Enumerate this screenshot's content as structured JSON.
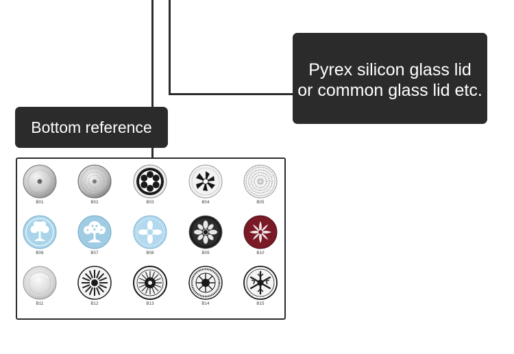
{
  "labels": {
    "lid_line1": "Pyrex silicon glass lid",
    "lid_line2": "or common glass lid etc.",
    "bottom": "Bottom reference"
  },
  "bottoms": [
    {
      "code": "B01",
      "style": "brushed-steel-dot"
    },
    {
      "code": "B02",
      "style": "dimpled-steel"
    },
    {
      "code": "B03",
      "style": "black-flower"
    },
    {
      "code": "B04",
      "style": "black-pinwheel"
    },
    {
      "code": "B05",
      "style": "dotted-rings"
    },
    {
      "code": "B06",
      "style": "blue-tree"
    },
    {
      "code": "B07",
      "style": "blue-tree-leaves"
    },
    {
      "code": "B08",
      "style": "blue-floral"
    },
    {
      "code": "B09",
      "style": "black-gear-flower"
    },
    {
      "code": "B10",
      "style": "red-lotus"
    },
    {
      "code": "B11",
      "style": "frosted-steel"
    },
    {
      "code": "B12",
      "style": "black-radial-spokes"
    },
    {
      "code": "B13",
      "style": "black-sunburst"
    },
    {
      "code": "B14",
      "style": "black-ring-star"
    },
    {
      "code": "B15",
      "style": "black-snowflake"
    }
  ],
  "colors": {
    "label_bg": "#2b2b2b",
    "label_text": "#ffffff",
    "accent_blue": "#a9d4ea",
    "accent_red": "#7a1a26"
  }
}
